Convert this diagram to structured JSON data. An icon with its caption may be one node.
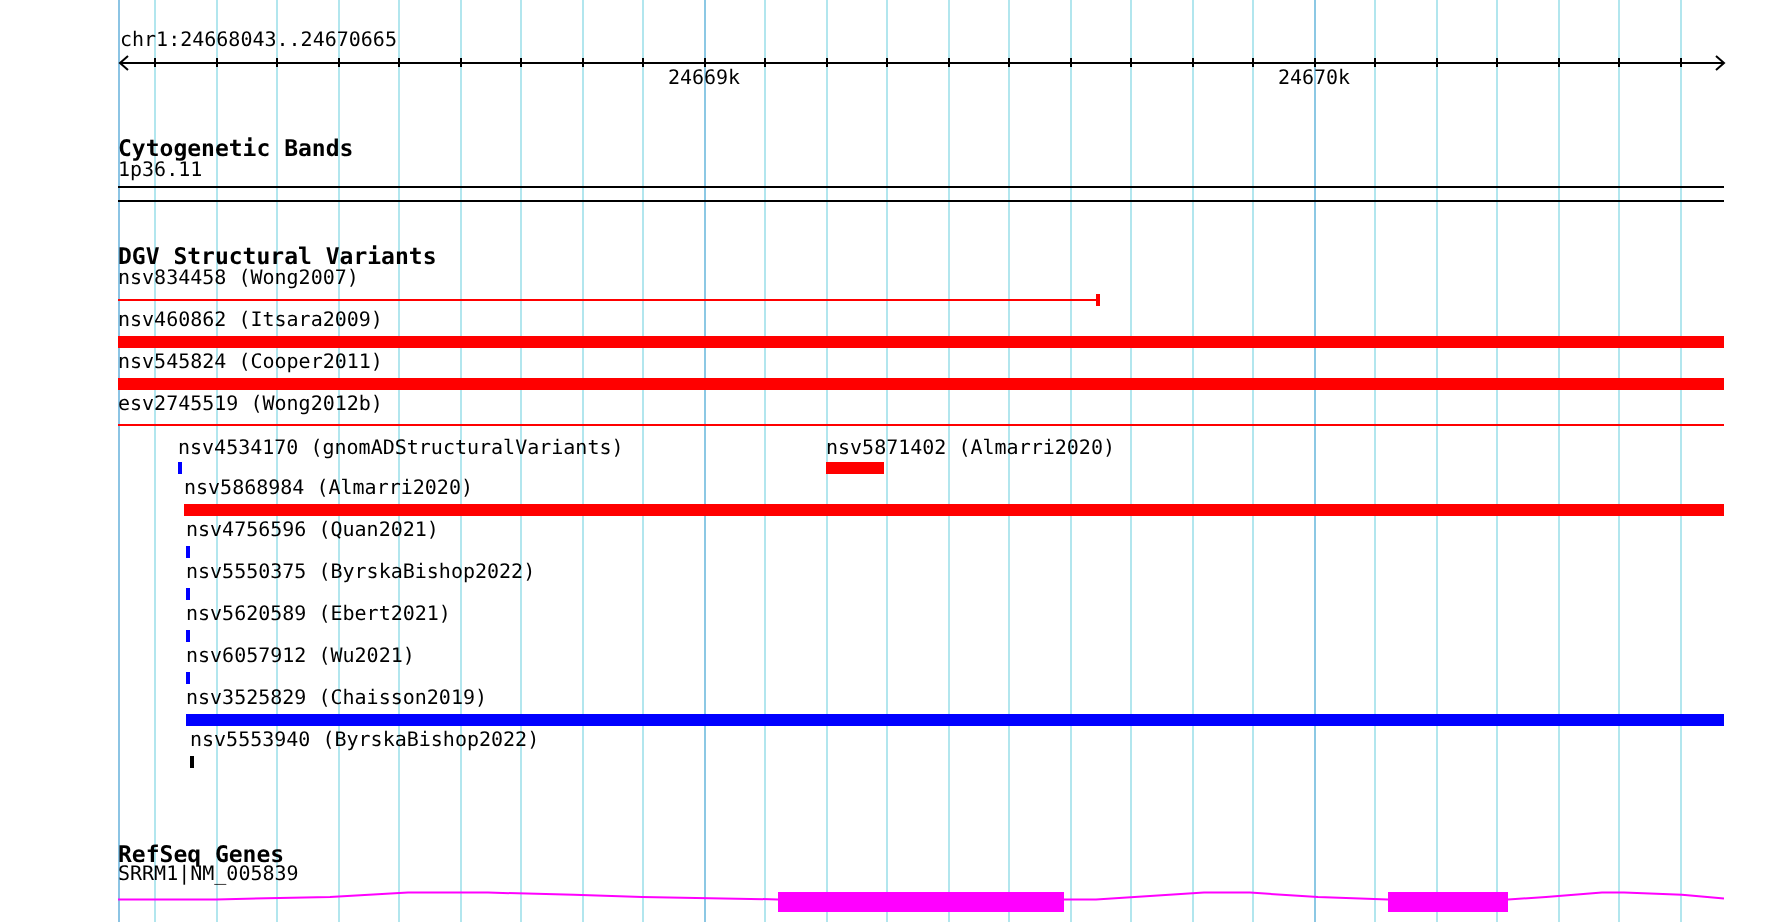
{
  "diagram": {
    "nodes": [
      {
        "text": [
          "1p36.11"
        ]
      },
      {
        "text": [
          "nsv834458 (Wong2007)"
        ]
      },
      {
        "text": [
          "nsv460862 (Itsara2009)"
        ]
      },
      {
        "text": [
          "nsv545824 (Cooper2011)"
        ]
      },
      {
        "text": [
          "esv2745519 (Wong2012b)"
        ]
      },
      {
        "text": [
          "nsv4534170 (gnomADStructuralVariants)"
        ]
      },
      {
        "text": [
          "nsv5871402 (Almarri2020)"
        ]
      },
      {
        "text": [
          "nsv5868984 (Almarri2020)"
        ]
      },
      {
        "text": [
          "nsv4756596 (Quan2021)"
        ]
      },
      {
        "text": [
          "nsv5550375 (ByrskaBishop2022)"
        ]
      },
      {
        "text": [
          "nsv5620589 (Ebert2021)"
        ]
      },
      {
        "text": [
          "nsv6057912 (Wu2021)"
        ]
      },
      {
        "text": [
          "nsv3525829 (Chaisson2019)"
        ]
      },
      {
        "text": [
          "nsv5553940 (ByrskaBishop2022)"
        ]
      },
      {
        "text": [
          "SRRM1|NM_005839"
        ]
      }
    ],
    "labels": [
      "chr1:24668043..24670665",
      "24669k",
      "24670k",
      "Cytogenetic Bands",
      "DGV Structural Variants",
      "RefSeq Genes"
    ]
  }
}
